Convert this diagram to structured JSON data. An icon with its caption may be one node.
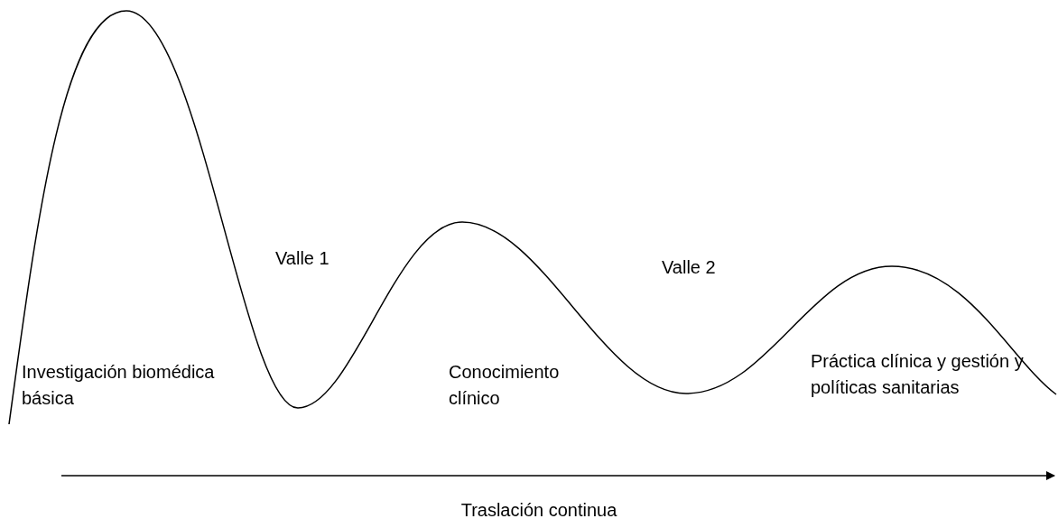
{
  "diagram": {
    "labels": [
      "Valle 1",
      "Valle 2",
      "Investigación biomédica básica",
      "Conocimiento clínico",
      "Práctica clínica y gestión y políticas sanitarias",
      "Traslación continua"
    ]
  }
}
